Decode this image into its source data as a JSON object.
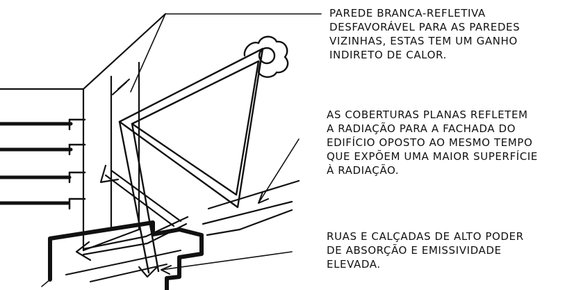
{
  "annotations": {
    "wall": {
      "lines": [
        "PAREDE BRANCA-REFLETIVA",
        "DESFAVORÁVEL PARA AS PAREDES",
        "VIZINHAS, ESTAS TEM UM GANHO",
        "INDIRETO DE CALOR."
      ]
    },
    "roofs": {
      "lines": [
        "AS COBERTURAS PLANAS REFLETEM",
        "A RADIAÇÃO PARA A FACHADA DO",
        "EDIFÍCIO OPOSTO AO MESMO TEMPO",
        "QUE EXPÕEM UMA MAIOR SUPERFÍCIE",
        "À RADIAÇÃO."
      ]
    },
    "streets": {
      "lines": [
        "RUAS E CALÇADAS DE ALTO PODER",
        "DE ABSORÇÃO E EMISSIVIDADE",
        "ELEVADA."
      ]
    }
  },
  "colors": {
    "ink": "#111111",
    "background": "#ffffff"
  }
}
